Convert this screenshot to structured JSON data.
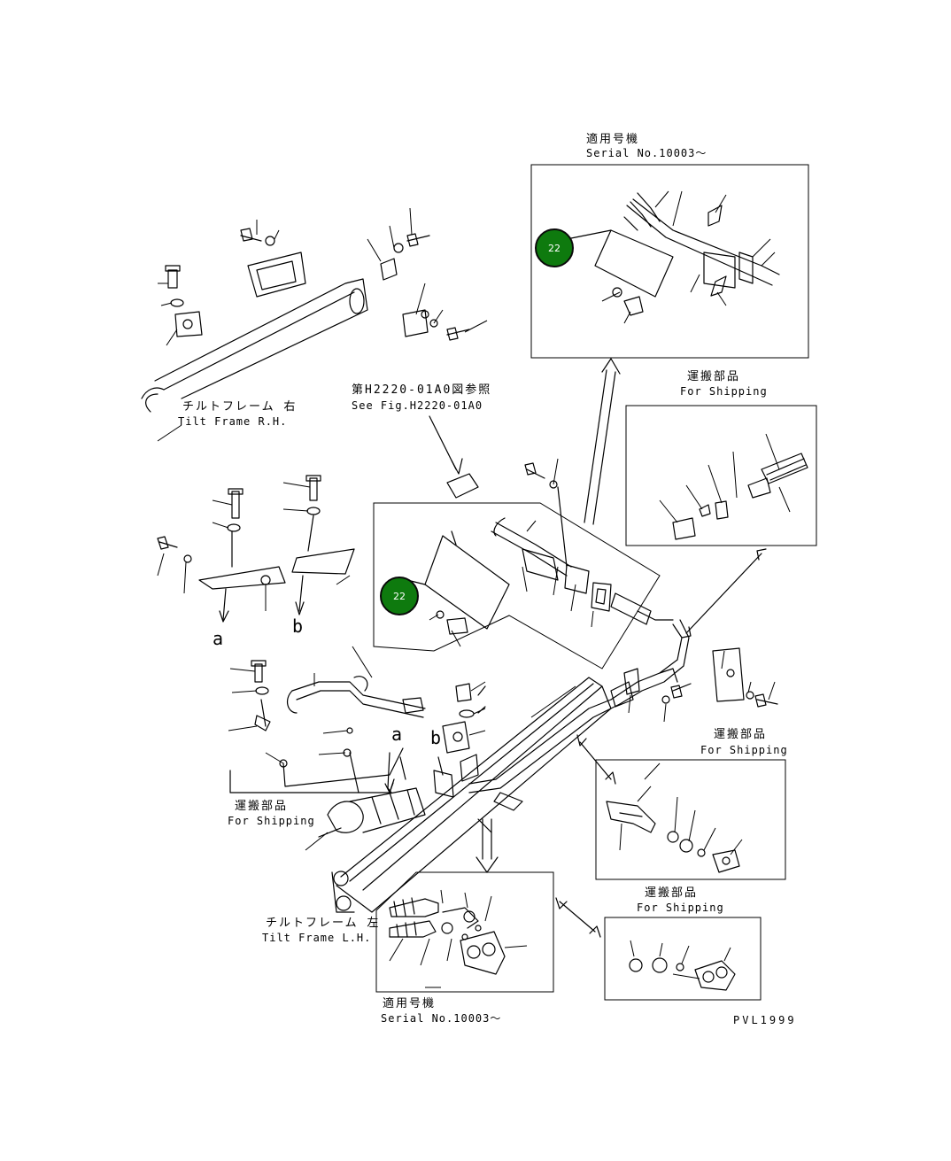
{
  "diagram": {
    "drawing_code": "PVL1999",
    "callouts": [
      {
        "id": "callout-top",
        "label": "22"
      },
      {
        "id": "callout-middle",
        "label": "22"
      }
    ],
    "labels": {
      "serial_top_jp": "適用号機",
      "serial_top_en": "Serial No.10003～",
      "see_fig_jp": "第H2220-01A0図参照",
      "see_fig_en": "See Fig.H2220-01A0",
      "tilt_rh_jp": "チルトフレーム 右",
      "tilt_rh_en": "Tilt Frame R.H.",
      "shipping1_jp": "運搬部品",
      "shipping1_en": "For Shipping",
      "shipping2_jp": "運搬部品",
      "shipping2_en": "For Shipping",
      "shipping3_jp": "運搬部品",
      "shipping3_en": "For Shipping",
      "shipping4_jp": "運搬部品",
      "shipping4_en": "For Shipping",
      "tilt_lh_jp": "チルトフレーム 左",
      "tilt_lh_en": "Tilt Frame L.H.",
      "serial_bottom_jp": "適用号機",
      "serial_bottom_en": "Serial No.10003～",
      "ref_a_upper": "a",
      "ref_b_upper": "b",
      "ref_a_lower": "a",
      "ref_b_lower": "b"
    },
    "colors": {
      "callout_fill": "#0e7a0e",
      "line": "#000000",
      "background": "#ffffff"
    }
  }
}
